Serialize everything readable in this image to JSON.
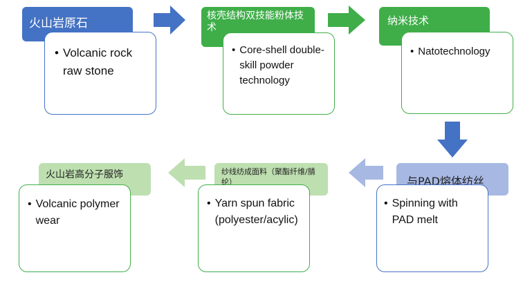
{
  "steps": [
    {
      "header": "火山岩原石",
      "body": "Volcanic rock raw stone"
    },
    {
      "header": "核壳结构双技能粉体技术",
      "body": "Core-shell double-skill powder technology"
    },
    {
      "header": "纳米技术",
      "body": "Natotechnology"
    },
    {
      "header": "与PAD熔体纺丝",
      "body": "Spinning with PAD melt"
    },
    {
      "header": "纱线纺成面料（聚酯纤维/腈纶）",
      "body": "Yarn spun fabric (polyester/acylic)"
    },
    {
      "header": "火山岩高分子服饰",
      "body": "Volcanic polymer wear"
    }
  ],
  "bullet": "•",
  "colors": {
    "blue": "#4472c4",
    "green": "#3fae49",
    "light_blue": "#a7b8e3",
    "light_green": "#bedfb0"
  }
}
